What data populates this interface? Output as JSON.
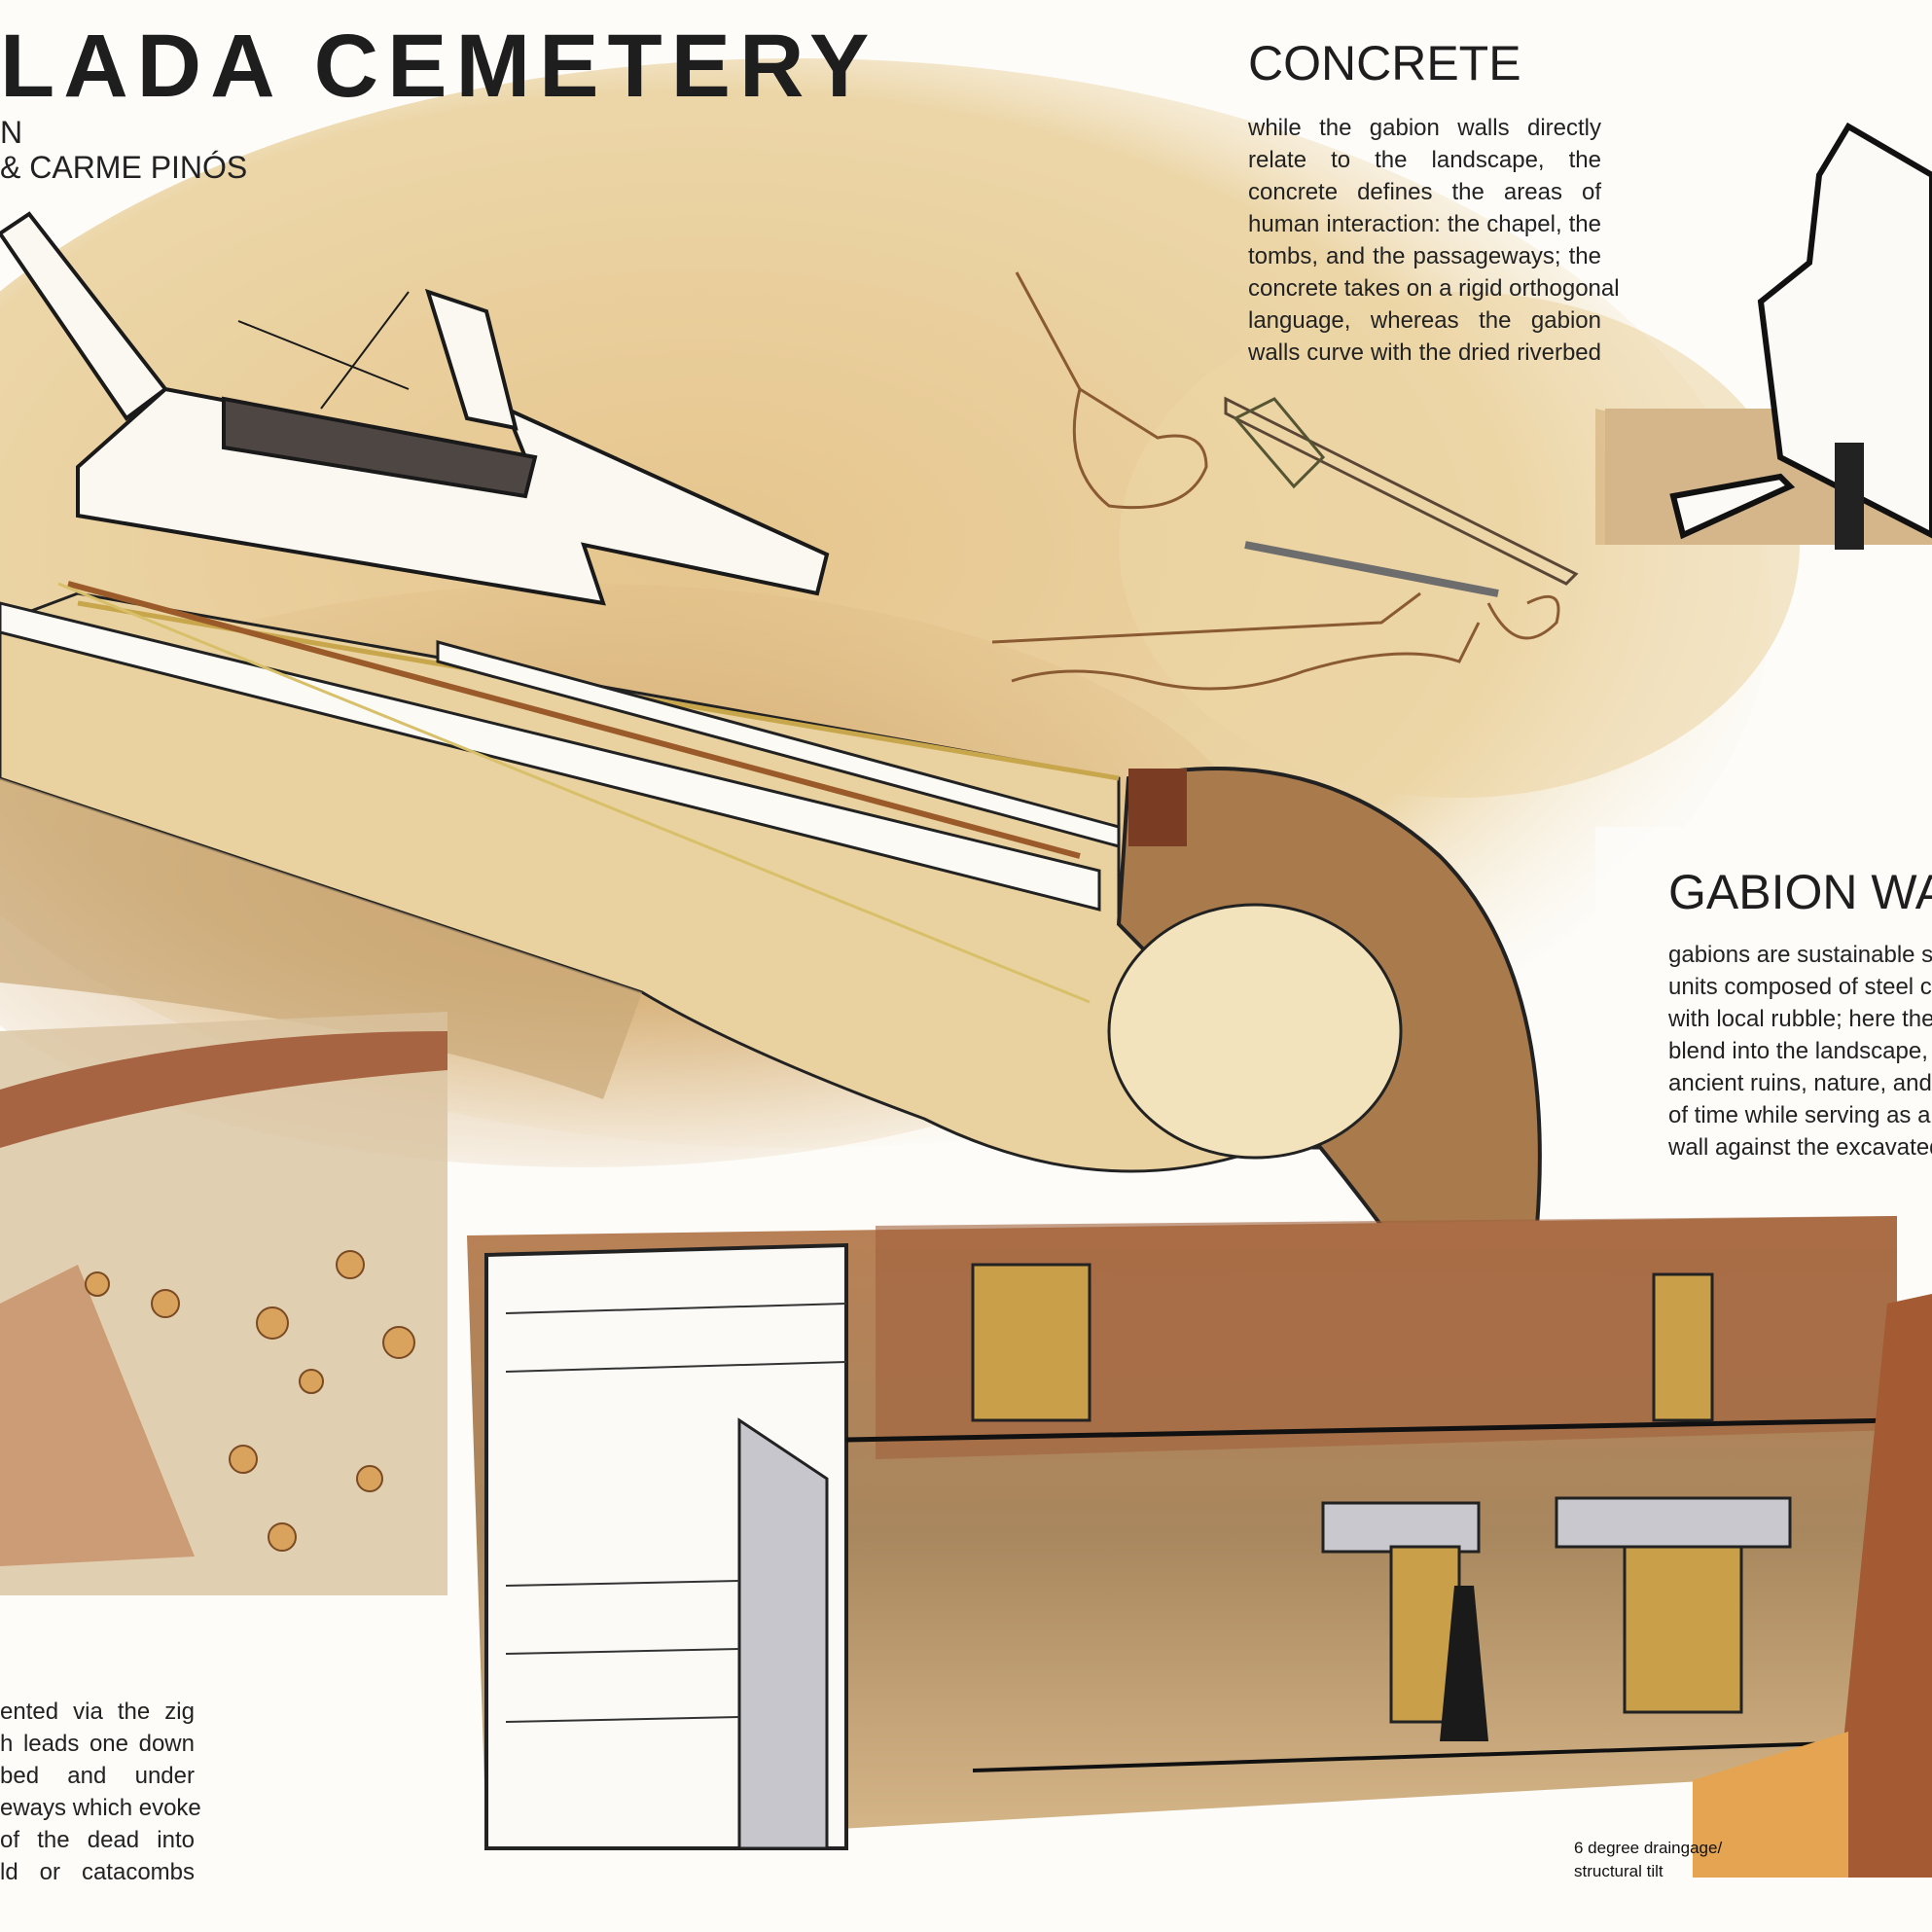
{
  "header": {
    "title": "LADA CEMETERY",
    "subtitle_line1": "N",
    "subtitle_line2": "& CARME PINÓS"
  },
  "concrete": {
    "heading": "CONCRETE",
    "lines": [
      "while the gabion walls directly",
      "relate to the landscape, the",
      "concrete defines the areas of",
      "human interaction: the chapel, the",
      "tombs, and the passageways; the",
      "concrete takes on a rigid orthogonal",
      "language, whereas the gabion",
      "walls curve with the dried riverbed"
    ]
  },
  "gabion": {
    "heading": "GABION WAL",
    "lines": [
      "gabions are sustainable s",
      "units composed of steel ca",
      "with local rubble; here the",
      "blend into the landscape,",
      "ancient ruins, nature, and th",
      "of time while serving as a",
      "wall against the excavated"
    ]
  },
  "entry": {
    "lines": [
      "ented via the zig",
      "h leads one down",
      "bed and under",
      "eways which evoke",
      "of the dead into",
      "ld or catacombs"
    ]
  },
  "annotation": {
    "line1": "6 degree draingage/",
    "line2": "structural tilt"
  },
  "colors": {
    "sand": "#e9cf9a",
    "earth": "#b98a52",
    "rust": "#b0683f",
    "ink": "#1e1e1e"
  }
}
